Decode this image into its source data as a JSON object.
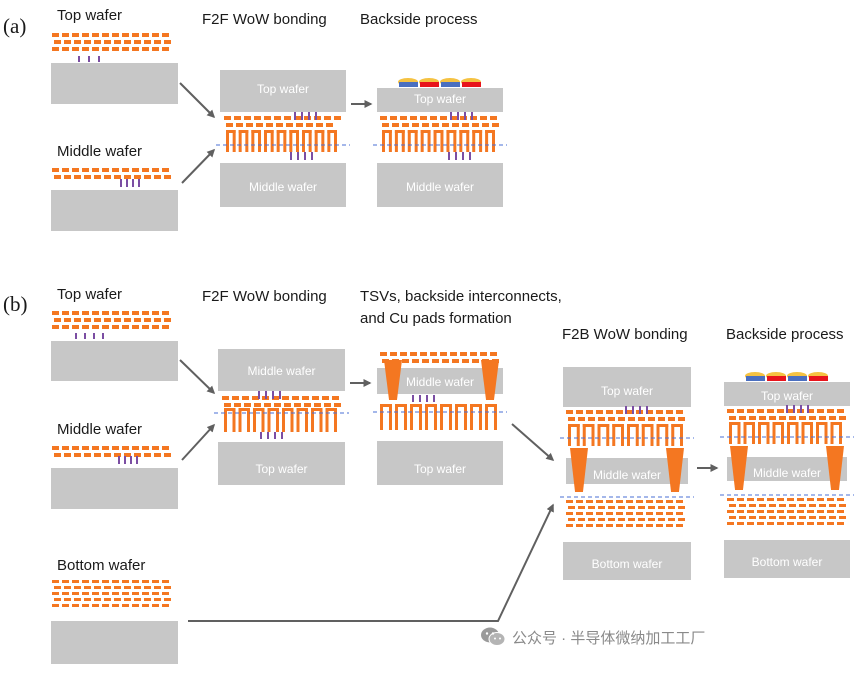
{
  "panels": {
    "a": "(a)",
    "b": "(b)"
  },
  "section_a": {
    "top_wafer": "Top wafer",
    "middle_wafer": "Middle wafer",
    "f2f_title": "F2F WoW bonding",
    "f2f_top": "Top wafer",
    "f2f_middle": "Middle wafer",
    "backside_title": "Backside process",
    "back_top": "Top wafer",
    "back_middle": "Middle wafer"
  },
  "section_b": {
    "top_wafer": "Top wafer",
    "middle_wafer": "Middle wafer",
    "bottom_wafer": "Bottom wafer",
    "f2f_title": "F2F WoW bonding",
    "f2f_middle": "Middle wafer",
    "f2f_top": "Top wafer",
    "tsv_title_line1": "TSVs, backside interconnects,",
    "tsv_title_line2": "and Cu pads formation",
    "tsv_middle": "Middle wafer",
    "tsv_top": "Top wafer",
    "f2b_title": "F2B WoW bonding",
    "f2b_top": "Top wafer",
    "f2b_middle": "Middle wafer",
    "f2b_bottom": "Bottom wafer",
    "backside_title": "Backside process",
    "back_top": "Top wafer",
    "back_middle": "Middle wafer",
    "back_bottom": "Bottom wafer"
  },
  "watermark": {
    "icon": "wechat-icon",
    "text": "公众号 · 半导体微纳加工工厂"
  },
  "colors": {
    "substrate": "#c7c7c7",
    "metal": "#f47721",
    "via": "#7b4ea3",
    "bond_line": "#4a6fd6",
    "arrow": "#606060",
    "pad_red": "#e8141c",
    "pad_blue": "#4a6fc0",
    "bump": "#f5c242"
  }
}
